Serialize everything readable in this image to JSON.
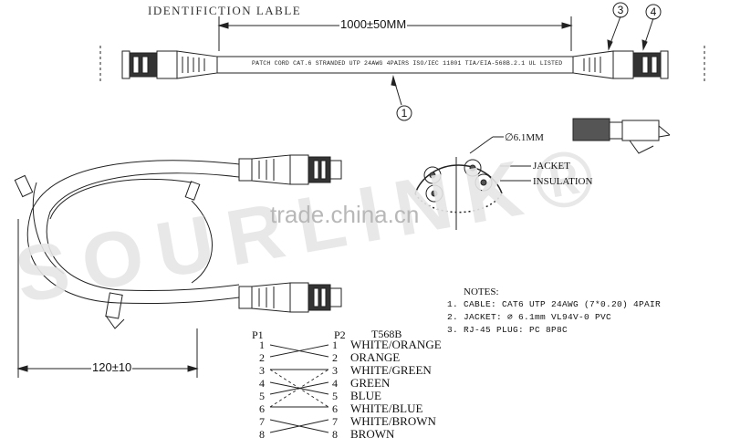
{
  "title": "IDENTIFICTION LABLE",
  "length_dim": "1000±50MM",
  "cable_print": "PATCH CORD CAT.6 STRANDED UTP 24AWG 4PAIRS ISO/IEC 11801 TIA/EIA-568B.2.1 UL LISTED",
  "callouts": [
    "1",
    "3",
    "4"
  ],
  "diameter_label": "∅6.1MM",
  "jacket_label": "JACKET",
  "insulation_label": "INSULATION",
  "coil_dim": "120±10",
  "watermark": "trade.china.cn",
  "brand_watermark": "SOURLINK®",
  "notes": {
    "header": "NOTES:",
    "items": [
      "1. CABLE: CAT6 UTP 24AWG (7*0.20) 4PAIR",
      "2. JACKET: ∅ 6.1mm VL94V-0 PVC",
      "3. RJ-45 PLUG: PC 8P8C"
    ]
  },
  "wiring": {
    "p1_header": "P1",
    "p2_header": "P2",
    "standard": "T568B",
    "pins": [
      "1",
      "2",
      "3",
      "4",
      "5",
      "6",
      "7",
      "8"
    ],
    "colors": [
      "WHITE/ORANGE",
      "ORANGE",
      "WHITE/GREEN",
      "GREEN",
      "BLUE",
      "WHITE/BLUE",
      "WHITE/BROWN",
      "BROWN"
    ]
  }
}
